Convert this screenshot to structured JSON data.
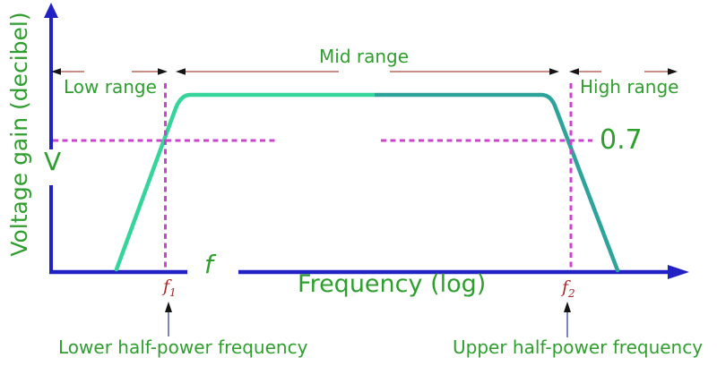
{
  "colors": {
    "axis_blue": "#2222c4",
    "text_green": "#2f9e2f",
    "curve_green_left": "#35d49b",
    "curve_teal_right": "#2da39a",
    "dashed_magenta": "#cc44cc",
    "range_line_red": "#b5685f",
    "arrowhead_black": "#151515",
    "f_label_red": "#a52a2a",
    "pointer_blue": "#4d5fae"
  },
  "labels": {
    "y_axis": "Voltage gain (decibel)",
    "x_axis": "Frequency (log)",
    "low_range": "Low range",
    "mid_range": "Mid range",
    "high_range": "High range",
    "gain_level": "0.7",
    "v_axis_mark": "V",
    "f_axis_mark": "f",
    "f1": {
      "base": "f",
      "sub": "1"
    },
    "f2": {
      "base": "f",
      "sub": "2"
    },
    "lower_half_power": "Lower half-power frequency",
    "upper_half_power": "Upper half-power frequency"
  },
  "chart_data": {
    "type": "line",
    "xlabel": "Frequency (log)",
    "ylabel": "Voltage gain (decibel)",
    "regions": [
      "Low range",
      "Mid range",
      "High range"
    ],
    "half_power_gain": "0.7",
    "mid_band_gain": "V",
    "key_points": [
      {
        "x": "f1",
        "y": "0.7",
        "label": "Lower half-power frequency"
      },
      {
        "x": "f2",
        "y": "0.7",
        "label": "Upper half-power frequency"
      }
    ]
  }
}
